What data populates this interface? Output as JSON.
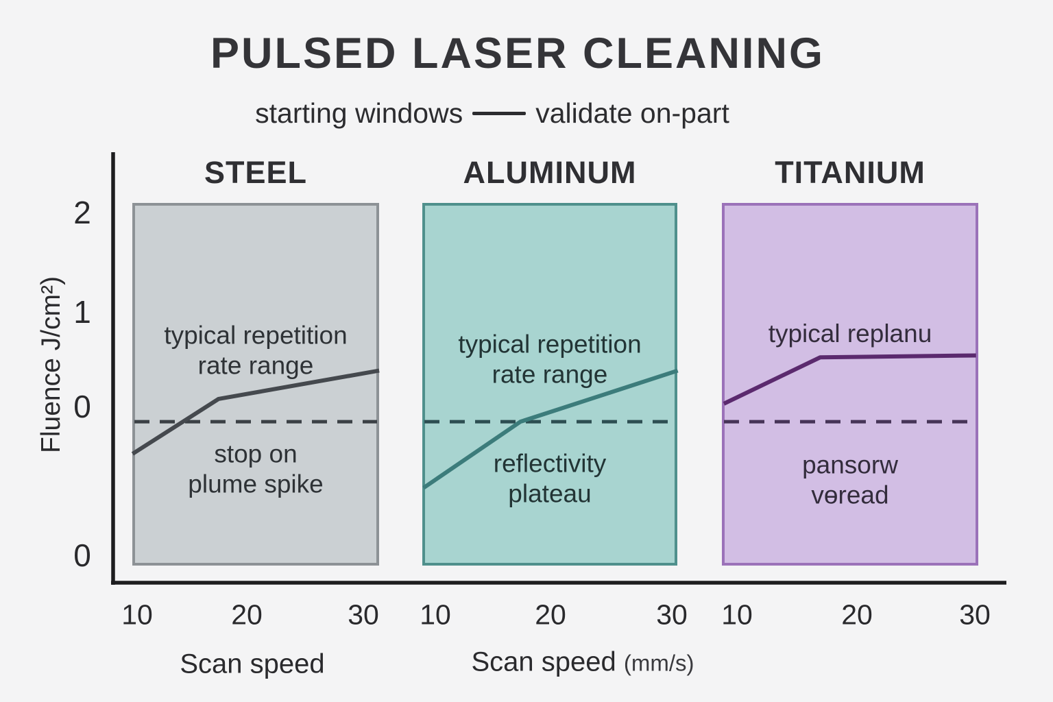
{
  "title": "PULSED LASER CLEANING",
  "subtitle": {
    "left": "starting windows",
    "right": "validate on-part"
  },
  "y_axis": {
    "label": "Fluence J/cm²)",
    "ticks": [
      "2",
      "1",
      "0",
      "0"
    ]
  },
  "x_axis": {
    "label_left": "Scan speed",
    "label_right": "Scan speed",
    "label_right_unit": "(mm/s)",
    "tick_labels": [
      "10",
      "20",
      "30"
    ]
  },
  "chart_data": {
    "type": "line",
    "title": "PULSED LASER CLEANING",
    "subtitle": "starting windows — validate on-part",
    "xlabel": "Scan speed (mm/s)",
    "ylabel": "Fluence J/cm²",
    "x_ticks": [
      10,
      20,
      30
    ],
    "y_ticks_shown": [
      2,
      1,
      0,
      0
    ],
    "x_range_shown": [
      10,
      30
    ],
    "grid": false,
    "legend": "none",
    "panels": [
      {
        "material": "STEEL",
        "curve_x_scan_speed": [
          9.6,
          17.2,
          31.4
        ],
        "curve_y_fluence": [
          -0.5,
          0.08,
          0.38
        ],
        "threshold_fluence": -0.16,
        "threshold_style": "dashed",
        "annotations": [
          {
            "lines": [
              "typical repetition",
              "rate range"
            ]
          },
          {
            "lines": [
              "stop on",
              "plume spike"
            ]
          }
        ],
        "colors": {
          "fill": "#cbd0d3",
          "border": "#8d9296",
          "line": "#45494e",
          "dash": "#3b4045",
          "text": "#2e3236"
        }
      },
      {
        "material": "ALUMINUM",
        "curve_x_scan_speed": [
          9.0,
          17.2,
          30.5
        ],
        "curve_y_fluence": [
          -0.86,
          -0.16,
          0.38
        ],
        "threshold_fluence": -0.16,
        "threshold_style": "dashed",
        "annotations": [
          {
            "lines": [
              "typical repetition",
              "rate range"
            ]
          },
          {
            "lines": [
              "reflectivity",
              "plateau"
            ]
          }
        ],
        "colors": {
          "fill": "#a8d4d0",
          "border": "#4f908c",
          "line": "#3c7c7b",
          "dash": "#2d4e52",
          "text": "#223435"
        }
      },
      {
        "material": "TITANIUM",
        "curve_x_scan_speed": [
          8.9,
          17.0,
          30.1
        ],
        "curve_y_fluence": [
          0.03,
          0.52,
          0.54
        ],
        "threshold_fluence": -0.16,
        "threshold_style": "dashed",
        "annotations": [
          {
            "lines": [
              "typical replanu"
            ]
          },
          {
            "lines": [
              "pansorw",
              "vɵread"
            ]
          }
        ],
        "colors": {
          "fill": "#d2bee4",
          "border": "#9b72b9",
          "line": "#5b2a6e",
          "dash": "#463457",
          "text": "#332c3c"
        }
      }
    ]
  }
}
